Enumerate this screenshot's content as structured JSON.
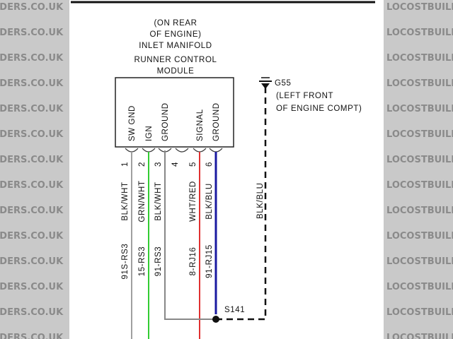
{
  "watermark": {
    "text": "LOCOSTBUILDERS.CO.UK"
  },
  "module": {
    "title_lines": [
      "(ON REAR",
      "OF ENGINE)",
      "INLET MANIFOLD",
      "RUNNER CONTROL",
      "MODULE"
    ],
    "pin_functions": [
      "SW GND",
      "IGN",
      "GROUND",
      "",
      "SIGNAL",
      "GROUND"
    ]
  },
  "wires": [
    {
      "pin": "1",
      "color_code": "BLK/WHT",
      "circuit": "91S-RS3",
      "color": "#a0a0a0"
    },
    {
      "pin": "2",
      "color_code": "GRN/WHT",
      "circuit": "15-RS3",
      "color": "#33cc33"
    },
    {
      "pin": "3",
      "color_code": "BLK/WHT",
      "circuit": "91-RS3",
      "color": "#888888"
    },
    {
      "pin": "4",
      "color_code": "",
      "circuit": "",
      "color": ""
    },
    {
      "pin": "5",
      "color_code": "WHT/RED",
      "circuit": "8-RJ16",
      "color": "#e03030"
    },
    {
      "pin": "6",
      "color_code": "BLK/BLU",
      "circuit": "91-RJ15",
      "color": "#1a1aa0"
    }
  ],
  "splice": {
    "label": "S141"
  },
  "ground": {
    "label": "G55",
    "location_lines": [
      "(LEFT FRONT",
      "OF ENGINE COMPT)"
    ],
    "wire_color_code": "BLK/BLU"
  }
}
